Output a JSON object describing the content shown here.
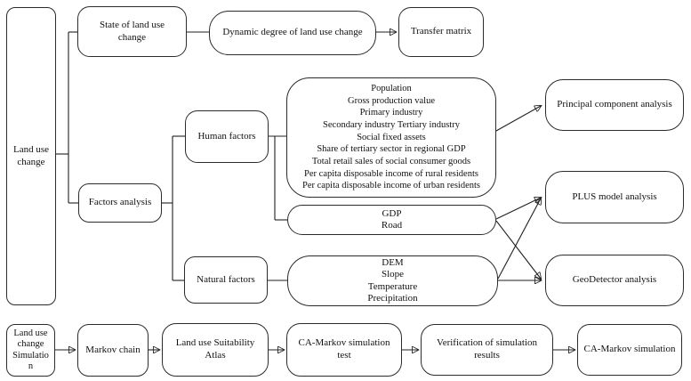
{
  "title": "Land use change analysis framework flowchart",
  "colors": {
    "line": "#1f1f1f",
    "border": "#2b2b2b",
    "text": "#111111",
    "background": "#ffffff"
  },
  "nodes": {
    "land_use_change": "Land use\nchange",
    "state_of_change": "State of land use\nchange",
    "dynamic_degree": "Dynamic degree of land use change",
    "transfer_matrix": "Transfer matrix",
    "factors_analysis": "Factors analysis",
    "human_factors": "Human factors",
    "human_variables": "Population\nGross production value\nPrimary industry\nSecondary industry Tertiary industry\nSocial fixed assets\nShare of tertiary sector in regional GDP\nTotal retail sales of social consumer goods\nPer capita disposable income of rural residents\nPer capita disposable income of urban residents",
    "gdp_road": "GDP\nRoad",
    "natural_factors": "Natural factors",
    "natural_variables": "DEM\nSlope\nTemperature\nPrecipitation",
    "principal_component": "Principal component analysis",
    "plus_model": "PLUS model analysis",
    "geodetector": "GeoDetector analysis",
    "simulation": "Land use\nchange\nSimulatio\nn",
    "markov_chain": "Markov chain",
    "suitability_atlas": "Land use Suitability\nAtlas",
    "ca_markov_test": "CA-Markov simulation\ntest",
    "verification": "Verification of simulation\nresults",
    "ca_markov_simulation": "CA-Markov simulation"
  }
}
